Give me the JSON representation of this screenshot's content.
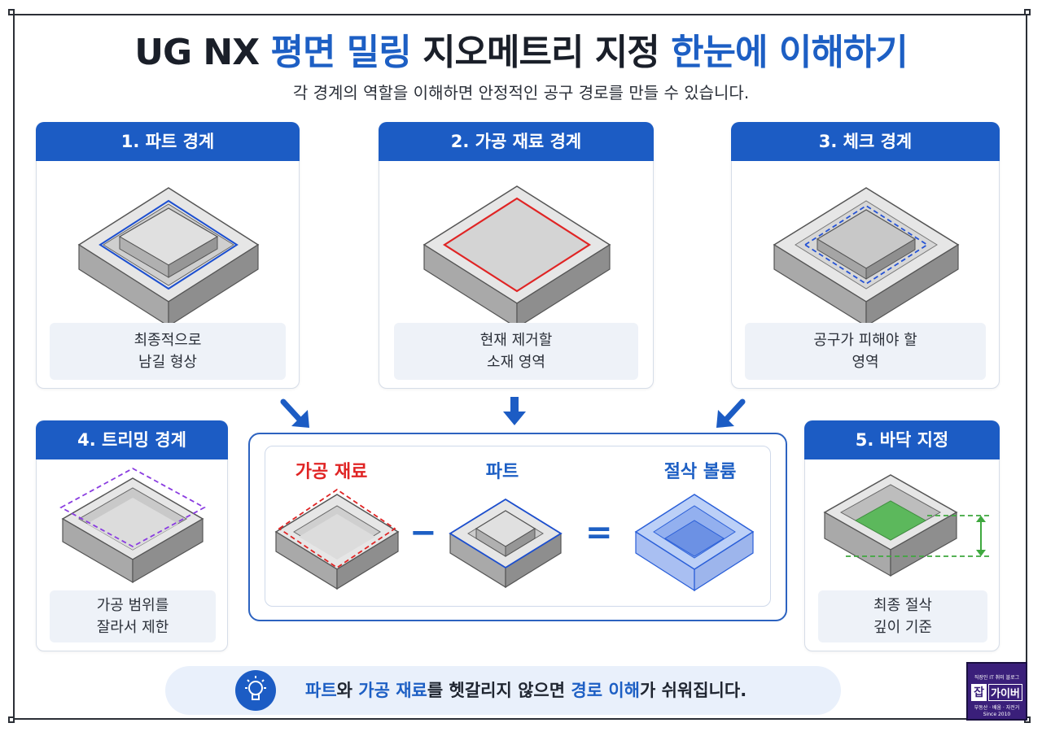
{
  "title": {
    "part1": "UG NX",
    "part2": "평면 밀링",
    "part3": "지오메트리 지정",
    "part4": "한눈에 이해하기"
  },
  "subtitle": "각 경계의 역할을 이해하면 안정적인 공구 경로를 만들 수 있습니다.",
  "cards": [
    {
      "title": "1. 파트 경계",
      "desc1": "최종적으로",
      "desc2": "남길 형상"
    },
    {
      "title": "2. 가공 재료 경계",
      "desc1": "현재 제거할",
      "desc2": "소재 영역"
    },
    {
      "title": "3. 체크 경계",
      "desc1": "공구가 피해야 할",
      "desc2": "영역"
    },
    {
      "title": "4. 트리밍 경계",
      "desc1": "가공 범위를",
      "desc2": "잘라서 제한"
    },
    {
      "title": "5. 바닥 지정",
      "desc1": "최종 절삭",
      "desc2": "깊이 기준"
    }
  ],
  "equation": {
    "label_stock": "가공 재료",
    "label_part": "파트",
    "label_cut": "절삭 볼륨",
    "minus": "−",
    "equals": "="
  },
  "tip": {
    "p1": "파트",
    "p2": "와 ",
    "p3": "가공 재료",
    "p4": "를 헷갈리지 않으면 ",
    "p5": "경로 이해",
    "p6": "가 쉬워집니다."
  },
  "badge": {
    "top": "직장인 IT 취미 블로그",
    "logo1": "잡",
    "logo2": "가이버",
    "tagline": "부동산 · 배움 · 자전거",
    "since": "Since 2010"
  },
  "colors": {
    "accent": "#1c5cc4",
    "stock_red": "#e02424",
    "check_blue": "#2452d6",
    "trim_purple": "#8a3ce0",
    "floor_green": "#4caf50"
  }
}
